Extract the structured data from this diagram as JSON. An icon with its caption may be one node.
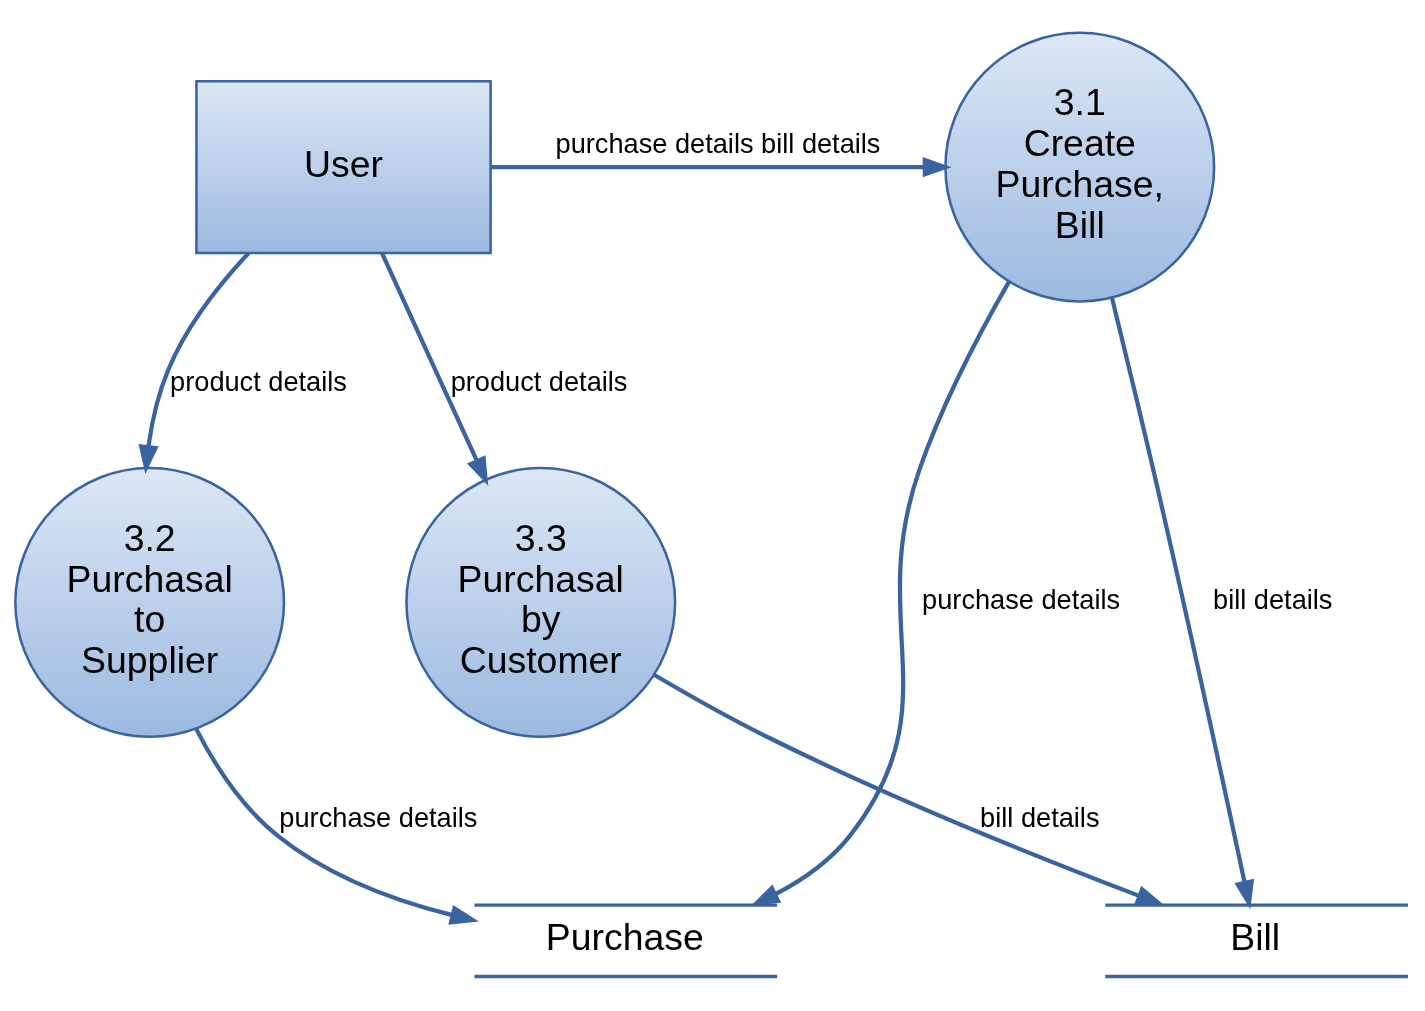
{
  "diagram": {
    "nodes": [
      {
        "text": [
          "User"
        ]
      },
      {
        "text": [
          "3.1 Create Purchase, Bill"
        ]
      },
      {
        "text": [
          "3.2 Purchasal to Supplier"
        ]
      },
      {
        "text": [
          "3.3 Purchasal by Customer"
        ]
      },
      {
        "text": [
          "Bill"
        ]
      },
      {
        "text": [
          "Purchase"
        ]
      }
    ],
    "edges": [
      {
        "from": 0,
        "to": 1,
        "arrow": "to",
        "label": "purchase details bill details"
      },
      {
        "from": 0,
        "to": 2,
        "arrow": "to",
        "label": "product details"
      },
      {
        "from": 0,
        "to": 3,
        "arrow": "to",
        "label": "product details"
      },
      {
        "from": 1,
        "to": 4,
        "arrow": "to",
        "label": "bill details"
      },
      {
        "from": 3,
        "to": 4,
        "arrow": "to",
        "label": "bill details"
      },
      {
        "from": 2,
        "to": 5,
        "arrow": "to",
        "label": "purchase details"
      },
      {
        "from": 1,
        "to": 5,
        "arrow": "to",
        "label": "purchase details"
      }
    ]
  }
}
